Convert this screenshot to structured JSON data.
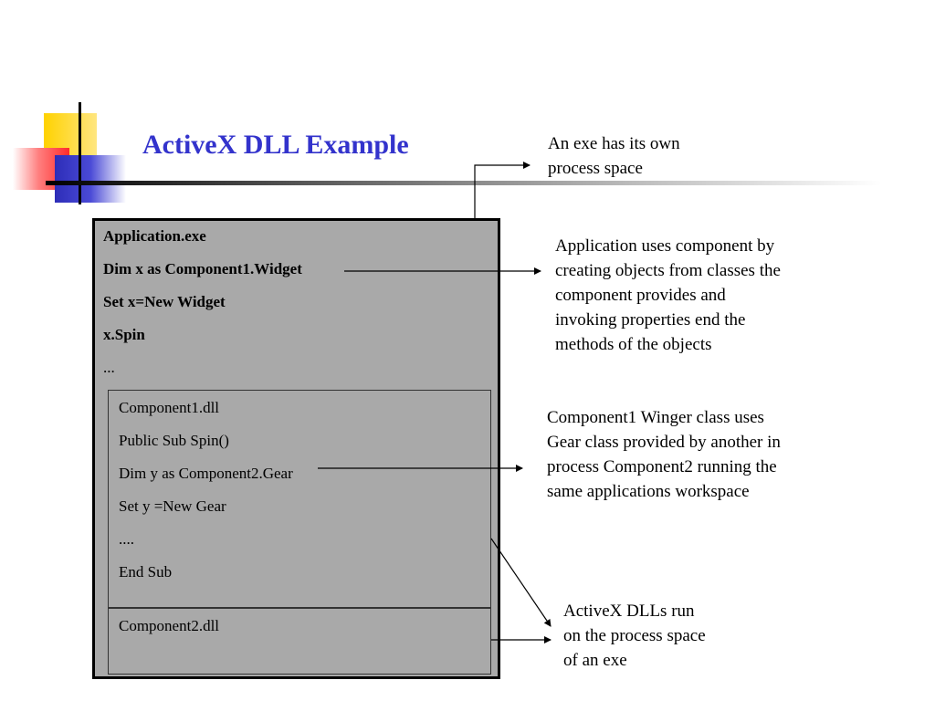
{
  "slide": {
    "title": "ActiveX DLL Example"
  },
  "app_box": {
    "lines": [
      "Application.exe",
      "Dim x as Component1.Widget",
      "Set x=New Widget",
      "x.Spin",
      "..."
    ]
  },
  "component1_box": {
    "lines": [
      "Component1.dll",
      "Public Sub Spin()",
      "Dim y  as Component2.Gear",
      "Set y =New Gear",
      "....",
      "End Sub"
    ]
  },
  "component2_box": {
    "label": "Component2.dll"
  },
  "notes": {
    "exe_space": [
      "An exe has its own",
      "process space"
    ],
    "uses_component": [
      "Application uses component  by",
      "creating objects from classes the",
      "component provides and",
      "invoking properties end the",
      "methods of the objects"
    ],
    "winger_class": [
      "Component1 Winger class uses",
      "Gear class provided by another in",
      "process Component2 running the",
      "same applications workspace"
    ],
    "dll_run": [
      "ActiveX DLLs run",
      "on the process space",
      "of an exe"
    ]
  },
  "colors": {
    "title": "#3333cc",
    "box_fill": "#a9a9a9",
    "deco_yellow": "#ffd700",
    "deco_red": "#ff3333",
    "deco_blue": "#3333cc"
  }
}
